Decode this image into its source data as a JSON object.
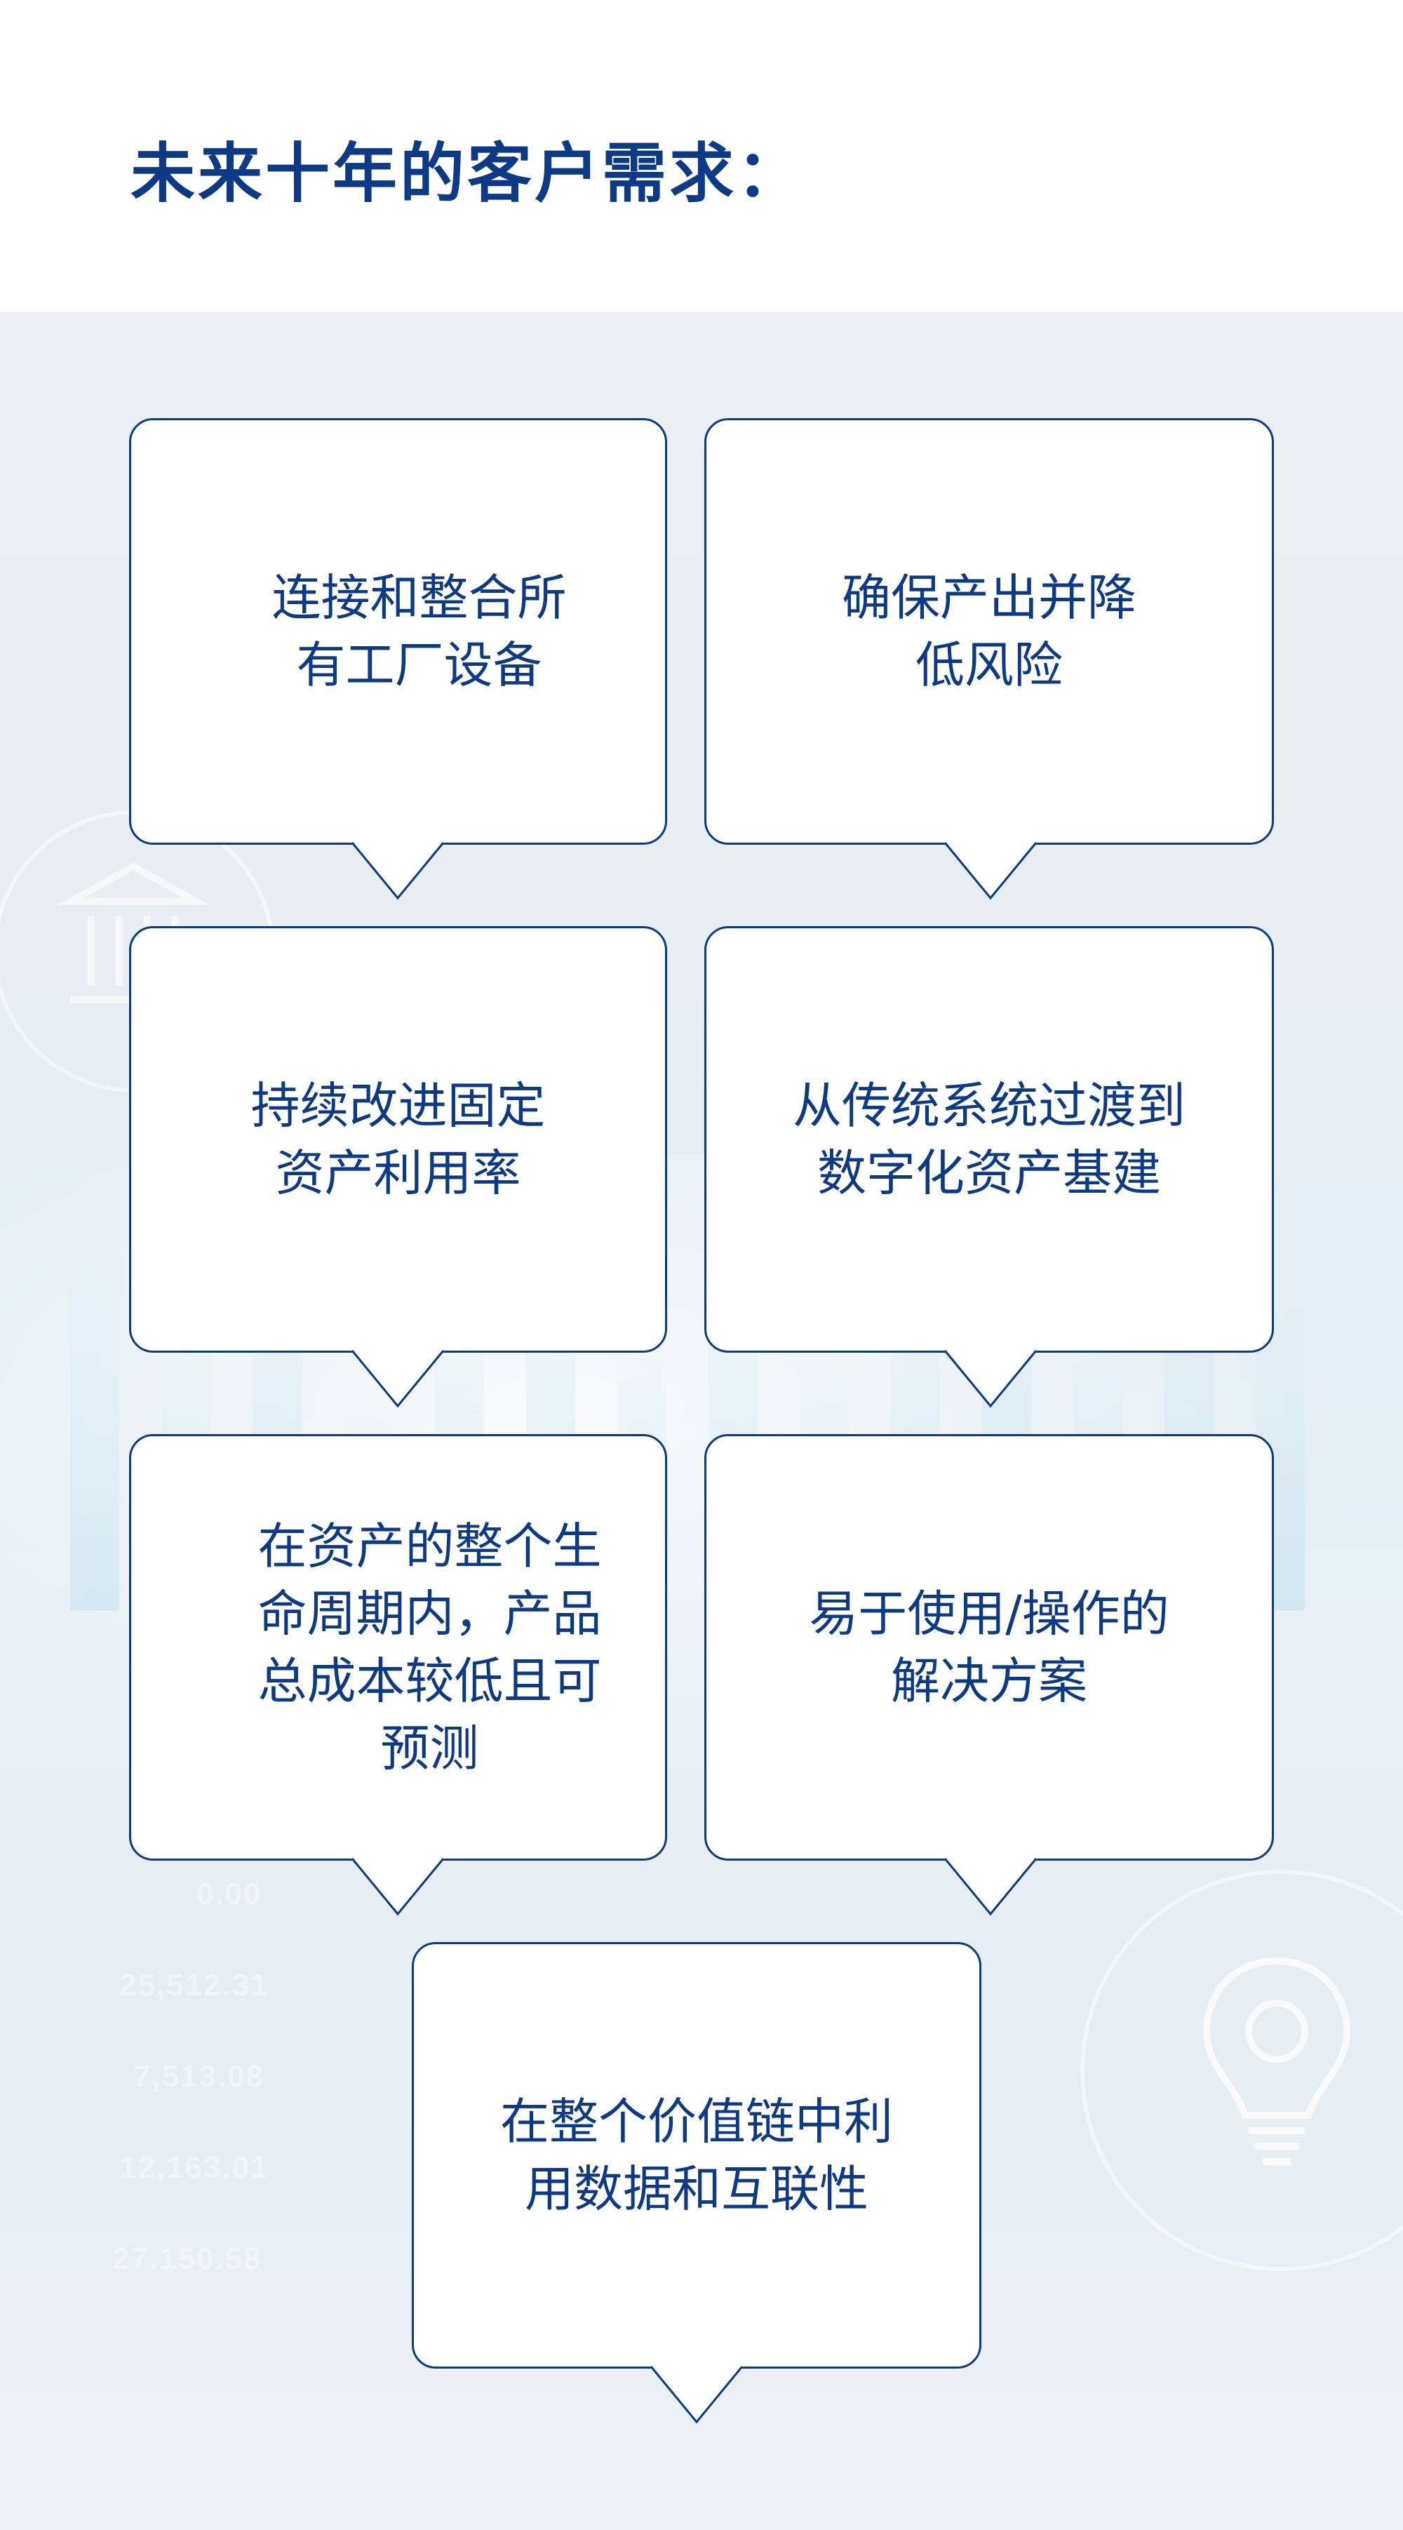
{
  "title": "未来十年的客户需求：",
  "background": {
    "numbers": [
      "0.00",
      "25,512.31",
      "7,513.08",
      "12,163.01",
      "27,150.58"
    ]
  },
  "cards": [
    {
      "id": "c1",
      "text": "连接和整合所\n有工厂设备"
    },
    {
      "id": "c2",
      "text": "确保产出并降\n低风险"
    },
    {
      "id": "c3",
      "text": "持续改进固定\n资产利用率"
    },
    {
      "id": "c4",
      "text": "从传统系统过渡到\n数字化资产基建"
    },
    {
      "id": "c5",
      "text": "在资产的整个生\n命周期内，产品\n总成本较低且可\n预测"
    },
    {
      "id": "c6",
      "text": "易于使用/操作的\n解决方案"
    },
    {
      "id": "c7",
      "text": "在整个价值链中利\n用数据和互联性"
    }
  ],
  "colors": {
    "accent": "#0d3a86",
    "card_fill": "#ffffff",
    "header_bg": "#ffffff",
    "page_bg": "#e9eef3"
  }
}
